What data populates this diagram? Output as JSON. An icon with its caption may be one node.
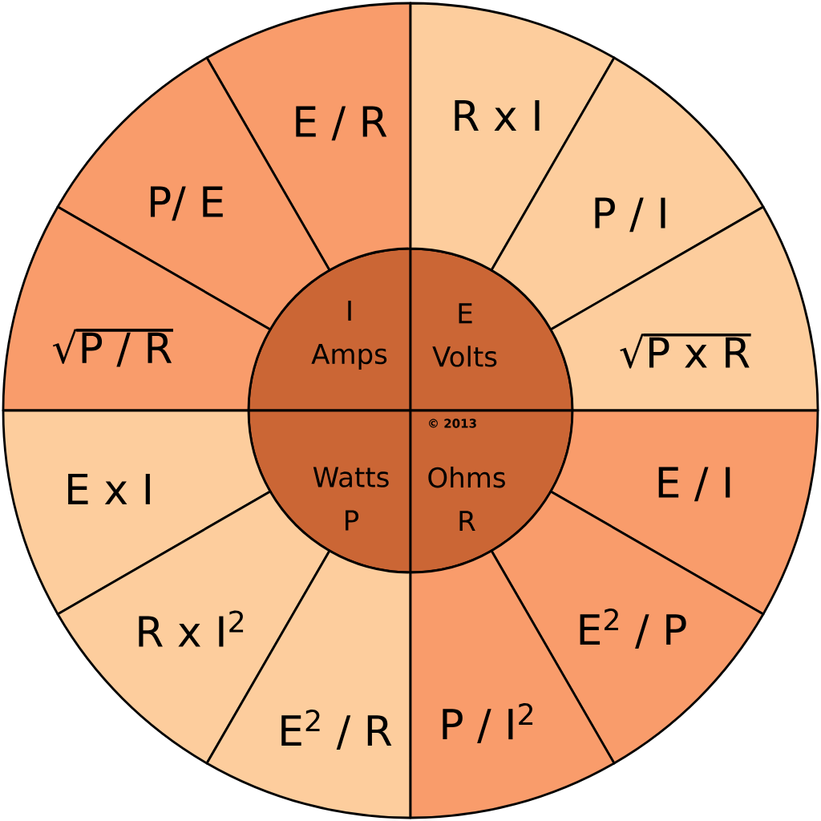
{
  "diagram": {
    "nodes": [
      {
        "text": [
          "I",
          "Amps"
        ]
      },
      {
        "text": [
          "E",
          "Volts"
        ]
      },
      {
        "text": [
          "Watts",
          "P"
        ]
      },
      {
        "text": [
          "Ohms",
          "R"
        ]
      },
      {
        "text": [
          "E / R"
        ]
      },
      {
        "text": [
          "P/ E"
        ]
      },
      {
        "text": [
          "√P / R"
        ]
      },
      {
        "text": [
          "R x I"
        ]
      },
      {
        "text": [
          "P / I"
        ]
      },
      {
        "text": [
          "√P x R"
        ]
      },
      {
        "text": [
          "E x I"
        ]
      },
      {
        "text": [
          "R x I$^{2}$"
        ]
      },
      {
        "text": [
          "E$^{2}$ / R"
        ]
      },
      {
        "text": [
          "E / I"
        ]
      },
      {
        "text": [
          "E$^{2}$ / P"
        ]
      },
      {
        "text": [
          "P / I$^{2}$"
        ]
      }
    ],
    "labels": [
      "© 2013"
    ]
  }
}
